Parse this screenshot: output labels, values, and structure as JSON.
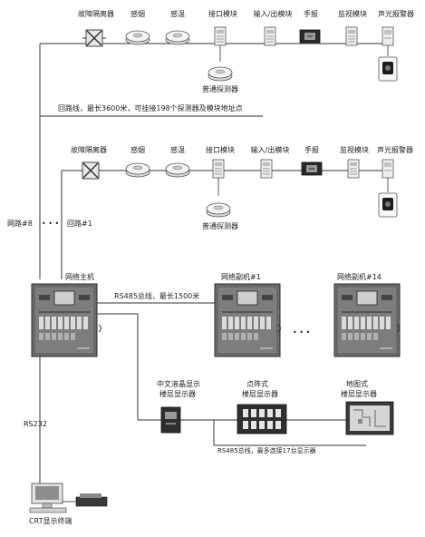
{
  "loop_devices": {
    "isolator": "故障隔离器",
    "smoke": "感烟",
    "heat": "感温",
    "interface": "接口模块",
    "io": "输入/出模块",
    "manual": "手报",
    "monitor": "监视模块",
    "alarm": "声光报警器",
    "detector": "普通探测器"
  },
  "loop_note": "回路线，最长3600米，可挂接198个探测器及模块地址点",
  "loop_labels": {
    "loop8": "网路#8",
    "dots": "• • •",
    "loop1": "回路#1"
  },
  "panels": {
    "main": "网络主机",
    "sub1": "网络副机#1",
    "sub14": "网络副机#14",
    "ellipsis": "• • •"
  },
  "rs485_network": "RS485总线，最长1500米",
  "displays": {
    "chinese": "中文液晶显示\n楼层显示器",
    "dot": "点阵式\n楼层显示器",
    "map": "地图式\n楼层显示器"
  },
  "rs485_floor": "RS485总线，最多连接17台显示器",
  "rs232": "RS232",
  "pc": "CRT显示终端"
}
